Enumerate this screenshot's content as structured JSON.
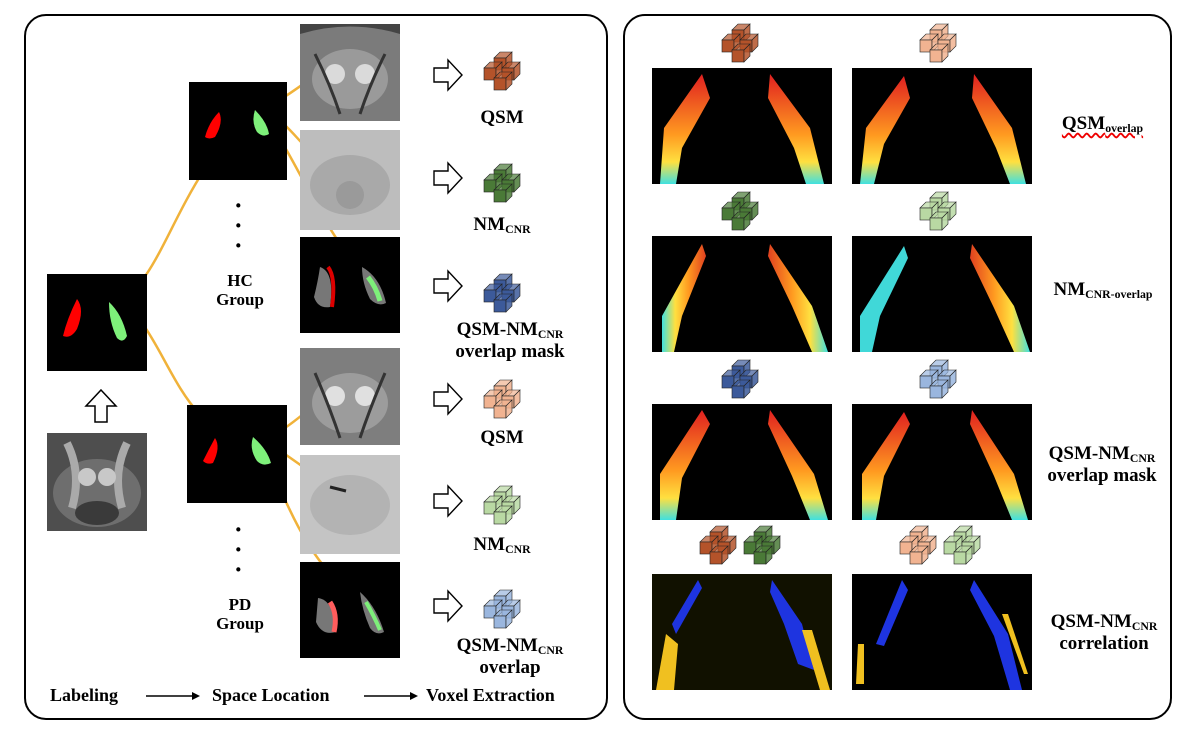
{
  "left": {
    "rows": [
      {
        "main": "QSM",
        "sub": ""
      },
      {
        "main": "NM",
        "sub": "CNR"
      },
      {
        "main": "QSM-NM",
        "sub": "CNR",
        "line2": "overlap mask"
      },
      {
        "main": "QSM",
        "sub": ""
      },
      {
        "main": "NM",
        "sub": "CNR"
      },
      {
        "main": "QSM-NM",
        "sub": "CNR",
        "line2": "overlap"
      }
    ],
    "groups": {
      "hc_line1": "HC",
      "hc_line2": "Group",
      "pd_line1": "PD",
      "pd_line2": "Group"
    },
    "pipeline": {
      "step1": "Labeling",
      "step2": "Space Location",
      "step3": "Voxel Extraction"
    }
  },
  "right": {
    "rows": [
      {
        "main": "QSM",
        "sub": "overlap",
        "line2": ""
      },
      {
        "main": "NM",
        "sub": "CNR-overlap",
        "line2": ""
      },
      {
        "main": "QSM-NM",
        "sub": "CNR",
        "line2": "overlap mask"
      },
      {
        "main": "QSM-NM",
        "sub": "CNR",
        "line2": "correlation"
      }
    ]
  },
  "colors": {
    "qsm_hc": "#b4532a",
    "qsm_pd": "#f1b391",
    "nm_hc": "#4a7a37",
    "nm_pd": "#b9d9a3",
    "ov_hc": "#3c5a9a",
    "ov_pd": "#9ab6de",
    "arrow": "#f0b23a",
    "label_red": "#f00",
    "label_green": "#7ef07a"
  }
}
